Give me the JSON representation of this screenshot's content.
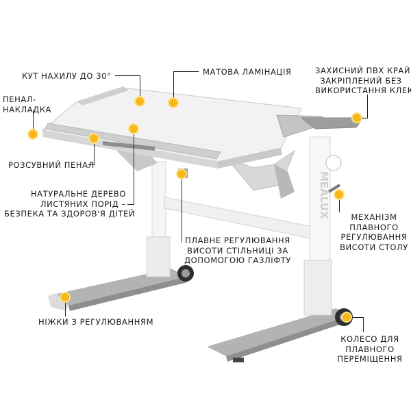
{
  "colors": {
    "marker": "#f6b81a",
    "marker_ring": "#ffe28a",
    "line": "#222222"
  },
  "labels": {
    "tilt": "КУТ НАХИЛУ ДО 30°",
    "matte": "МАТОВА ЛАМІНАЦІЯ",
    "pvc": [
      "ЗАХИСНИЙ ПВХ КРАЙ",
      "ЗАКРІПЛЕНИЙ БЕЗ",
      "ВИКОРИСТАННЯ КЛЕЮ"
    ],
    "pencase": [
      "ПЕНАЛ-",
      "НАКЛАДКА"
    ],
    "sliding": "РОЗСУВНИЙ ПЕНАЛ",
    "wood": [
      "НАТУРАЛЬНЕ ДЕРЕВО",
      "ЛИСТЯНИХ ПОРІД –",
      "БЕЗПЕКА ТА ЗДОРОВ'Я ДІТЕЙ"
    ],
    "gaslift": [
      "ПЛАВНЕ РЕГУЛЮВАННЯ",
      "ВИСОТИ СТІЛЬНИЦІ ЗА",
      "ДОПОМОГОЮ ГАЗЛІФТУ"
    ],
    "mechanism": [
      "МЕХАНІЗМ",
      "ПЛАВНОГО",
      "РЕГУЛЮВАННЯ",
      "ВИСОТИ СТОЛУ"
    ],
    "legs": "НІЖКИ З РЕГУЛЮВАННЯМ",
    "wheel": [
      "КОЛЕСО ДЛЯ",
      "ПЛАВНОГО",
      "ПЕРЕМІЩЕННЯ"
    ]
  },
  "brand_logo": "MEALUX"
}
